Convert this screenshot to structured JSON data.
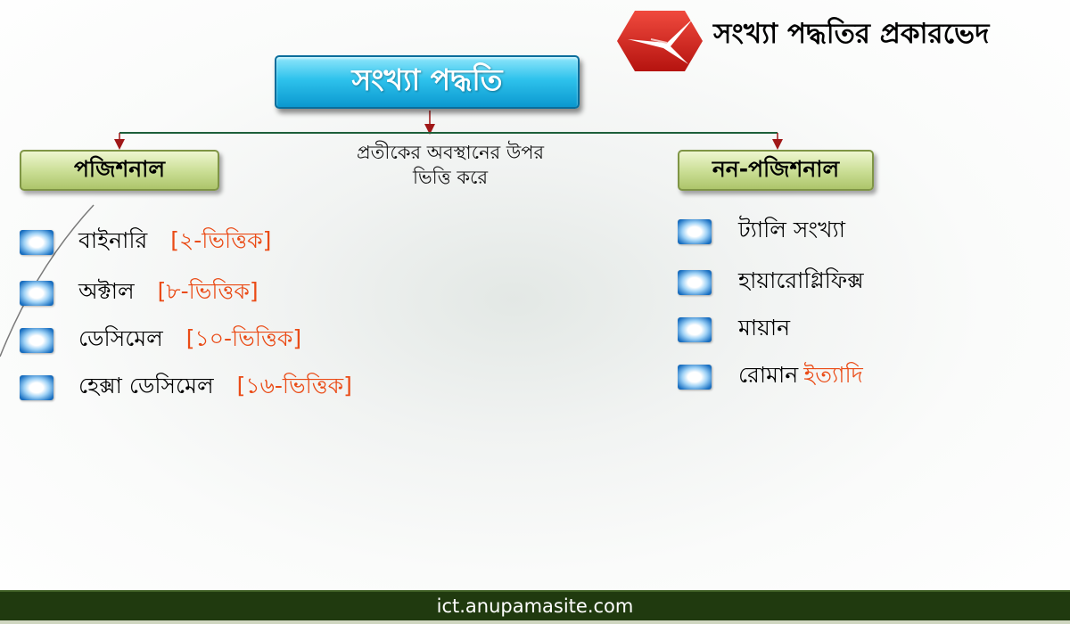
{
  "header": {
    "title": "সংখ্যা পদ্ধতির প্রকারভেদ",
    "logo_icon": "red-hexagon-star-logo",
    "logo_color": "#d9211c"
  },
  "diagram": {
    "root_label": "সংখ্যা পদ্ধতি",
    "branch_note_line1": "প্রতীকের অবস্থানের উপর",
    "branch_note_line2": "ভিত্তি করে",
    "left_category": {
      "label": "পজিশনাল",
      "items": [
        {
          "label": "বাইনারি",
          "base": "[২-ভিত্তিক]"
        },
        {
          "label": "অক্টাল",
          "base": "[৮-ভিত্তিক]"
        },
        {
          "label": "ডেসিমেল",
          "base": "[১০-ভিত্তিক]"
        },
        {
          "label": "হেক্সা ডেসিমেল",
          "base": "[১৬-ভিত্তিক]"
        }
      ]
    },
    "right_category": {
      "label": "নন-পজিশনাল",
      "items": [
        {
          "label": "ট্যালি সংখ্যা"
        },
        {
          "label": "হায়ারোগ্লিফিক্স"
        },
        {
          "label": "মায়ান"
        },
        {
          "label": "রোমান",
          "suffix": "ইত্যাদি"
        }
      ]
    },
    "colors": {
      "root_box": "#1fb4e4",
      "category_box": "#c5da8c",
      "bracket_text": "#ea4b16",
      "connector": "#1d5f3a",
      "arrow": "#a01818"
    }
  },
  "footer": {
    "url": "ict.anupamasite.com",
    "background": "#203a0f"
  }
}
